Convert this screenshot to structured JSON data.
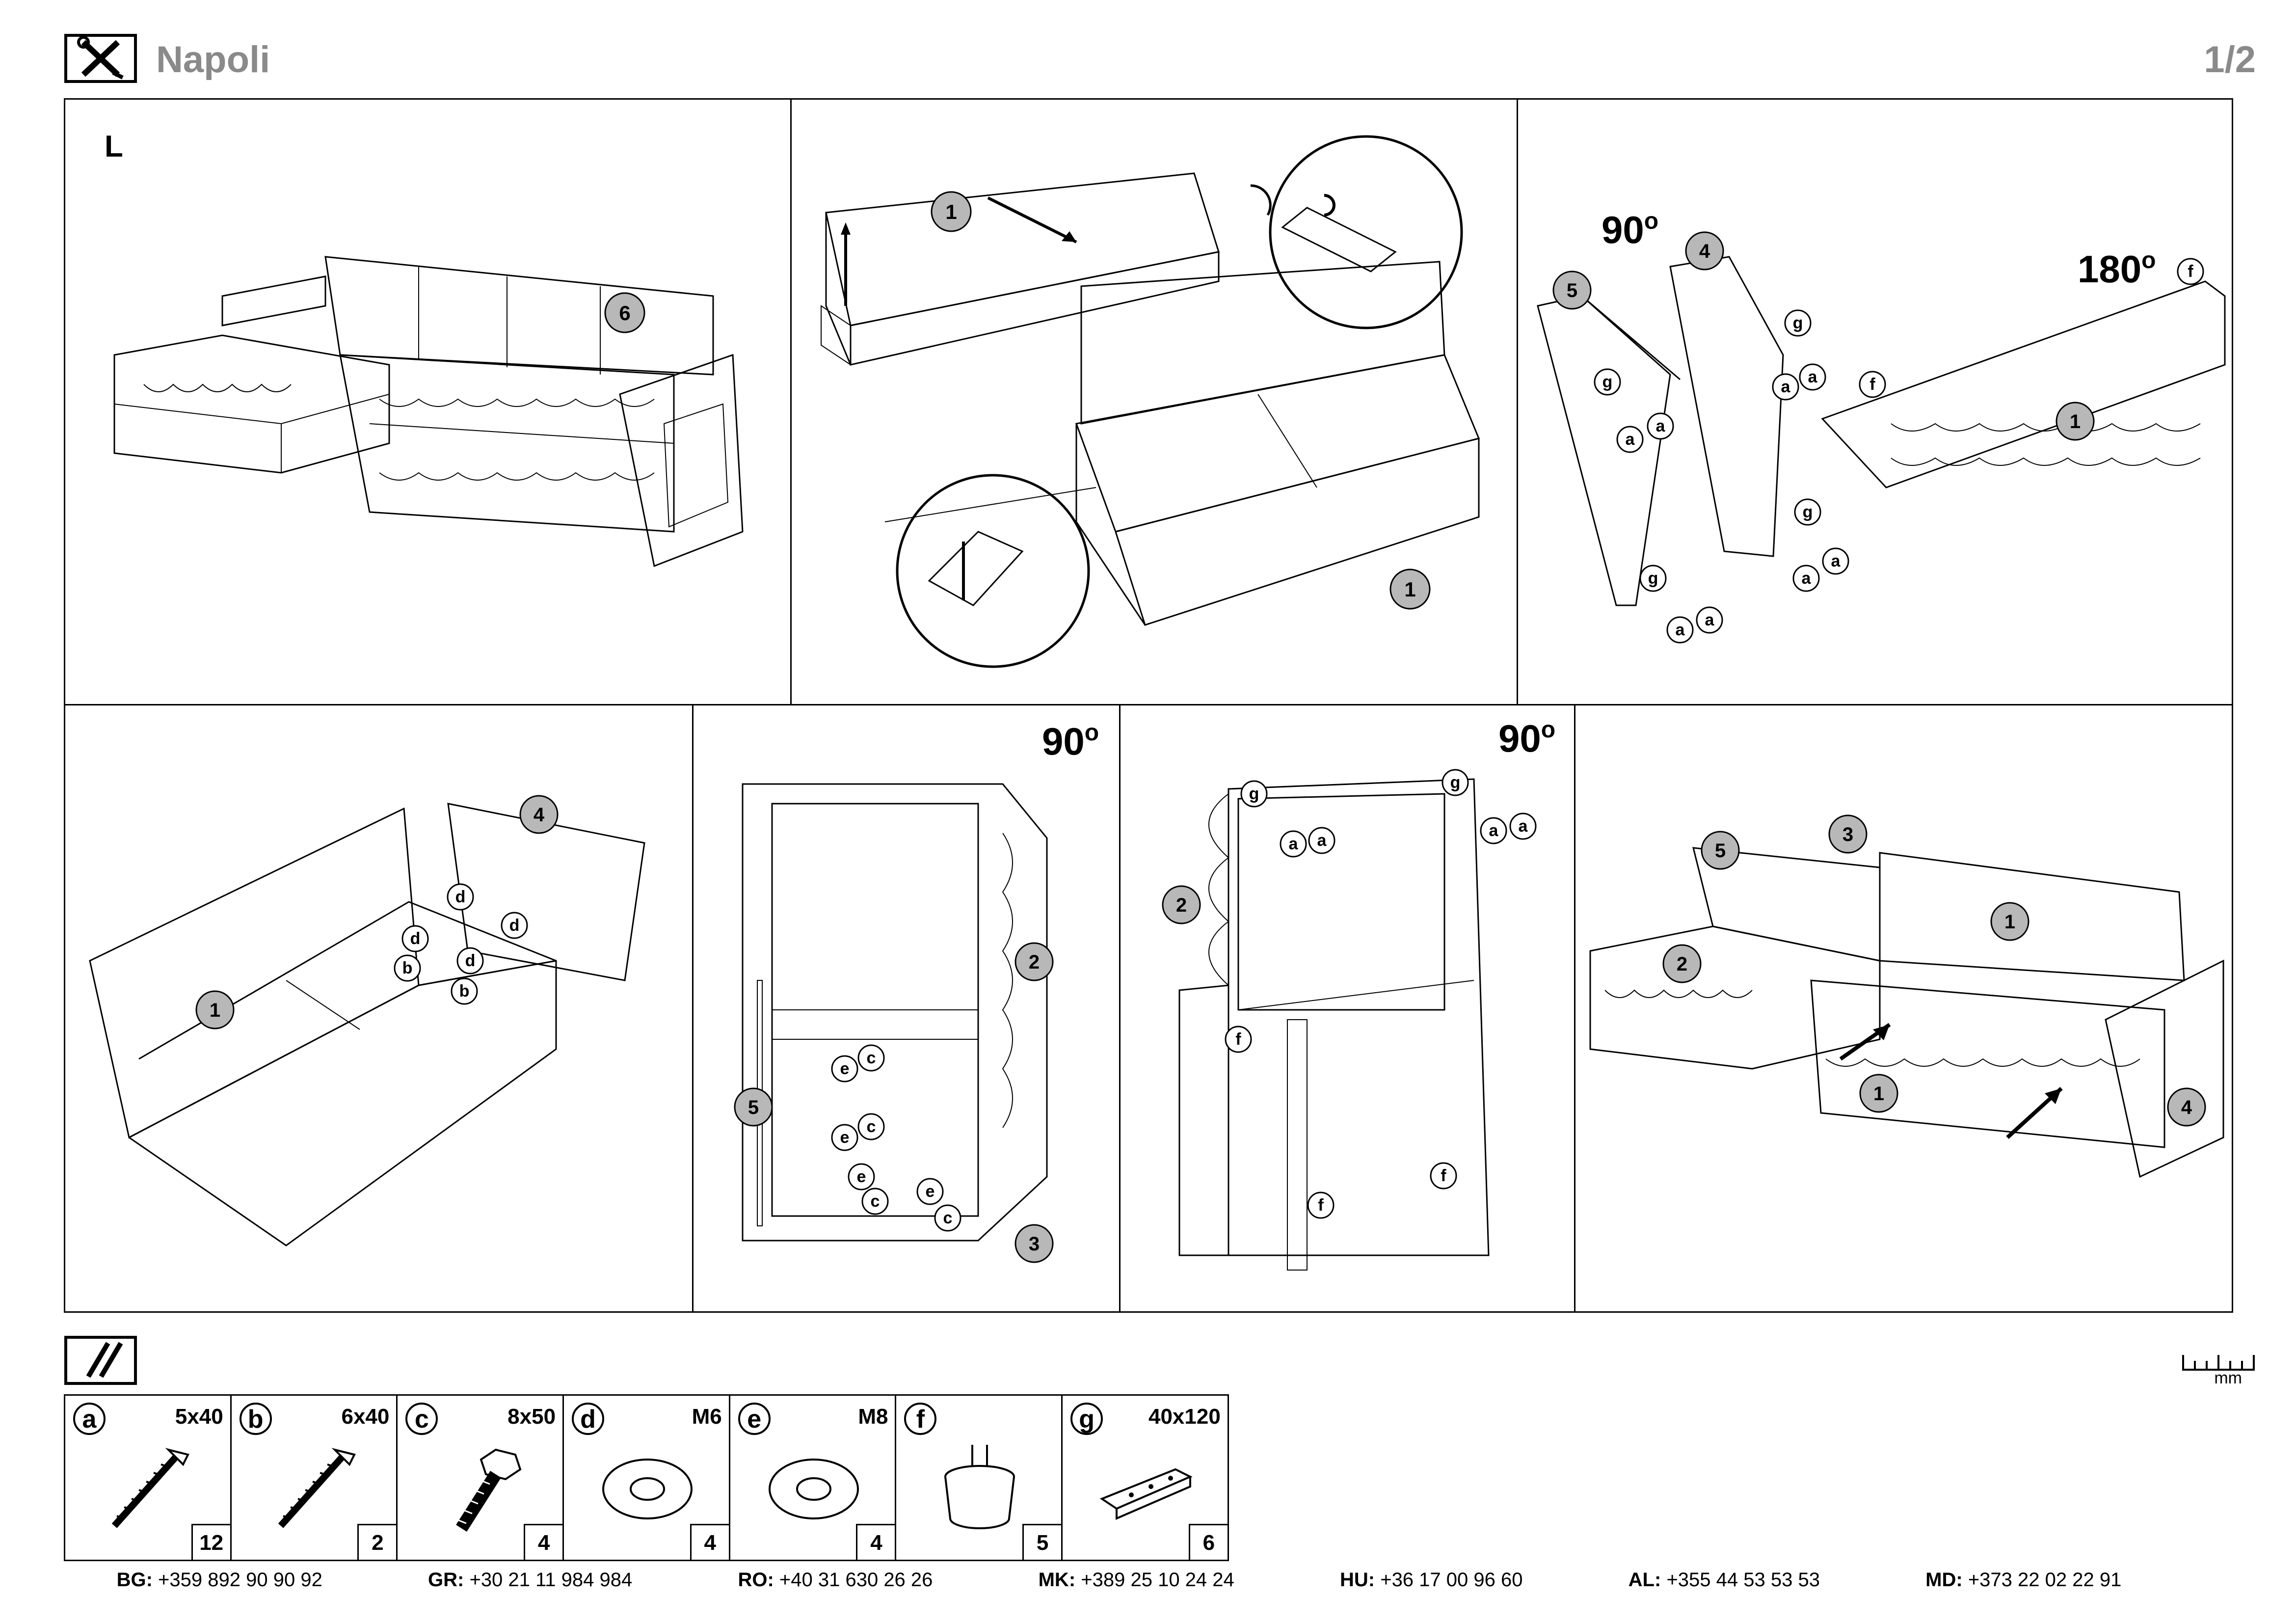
{
  "header": {
    "title": "Napoli",
    "page": "1/2"
  },
  "steps": {
    "step1": {
      "corner": "L",
      "callouts": [
        "6"
      ]
    },
    "step2": {
      "callouts": [
        "1",
        "1"
      ]
    },
    "step3": {
      "rotations": [
        "90",
        "180"
      ],
      "callouts": [
        "5",
        "4",
        "1"
      ],
      "parts": [
        "g",
        "a",
        "a",
        "g",
        "a",
        "a",
        "g",
        "a",
        "a",
        "g",
        "a",
        "a",
        "f",
        "f"
      ]
    },
    "step4": {
      "callouts": [
        "4",
        "1"
      ],
      "parts": [
        "d",
        "d",
        "d",
        "b",
        "d",
        "b"
      ]
    },
    "step5": {
      "rotation": "90",
      "callouts": [
        "2",
        "5",
        "3"
      ],
      "parts": [
        "e",
        "c",
        "e",
        "c",
        "e",
        "c",
        "e",
        "c"
      ]
    },
    "step6": {
      "rotation": "90",
      "callouts": [
        "2"
      ],
      "parts": [
        "g",
        "a",
        "a",
        "g",
        "a",
        "a",
        "f",
        "f",
        "f"
      ]
    },
    "step7": {
      "callouts": [
        "5",
        "3",
        "1",
        "2",
        "1",
        "4"
      ]
    }
  },
  "degree_symbol": "o",
  "hardware": [
    {
      "letter": "a",
      "size": "5x40",
      "qty": "12",
      "icon": "wood-screw"
    },
    {
      "letter": "b",
      "size": "6x40",
      "qty": "2",
      "icon": "wood-screw"
    },
    {
      "letter": "c",
      "size": "8x50",
      "qty": "4",
      "icon": "hex-bolt"
    },
    {
      "letter": "d",
      "size": "M6",
      "qty": "4",
      "icon": "washer"
    },
    {
      "letter": "e",
      "size": "M8",
      "qty": "4",
      "icon": "washer"
    },
    {
      "letter": "f",
      "size": "",
      "qty": "5",
      "icon": "furniture-foot"
    },
    {
      "letter": "g",
      "size": "40x120",
      "qty": "6",
      "icon": "hinge-plate"
    }
  ],
  "ruler_unit": "mm",
  "contacts": [
    {
      "code": "BG:",
      "phone": "+359 892 90 90 92"
    },
    {
      "code": "GR:",
      "phone": "+30 21 11 984 984"
    },
    {
      "code": "RO:",
      "phone": "+40 31 630 26 26"
    },
    {
      "code": "MK:",
      "phone": "+389 25 10 24 24"
    },
    {
      "code": "HU:",
      "phone": "+36 17 00 96 60"
    },
    {
      "code": "AL:",
      "phone": "+355 44 53 53 53"
    },
    {
      "code": "MD:",
      "phone": "+373 22 02 22 91"
    }
  ]
}
